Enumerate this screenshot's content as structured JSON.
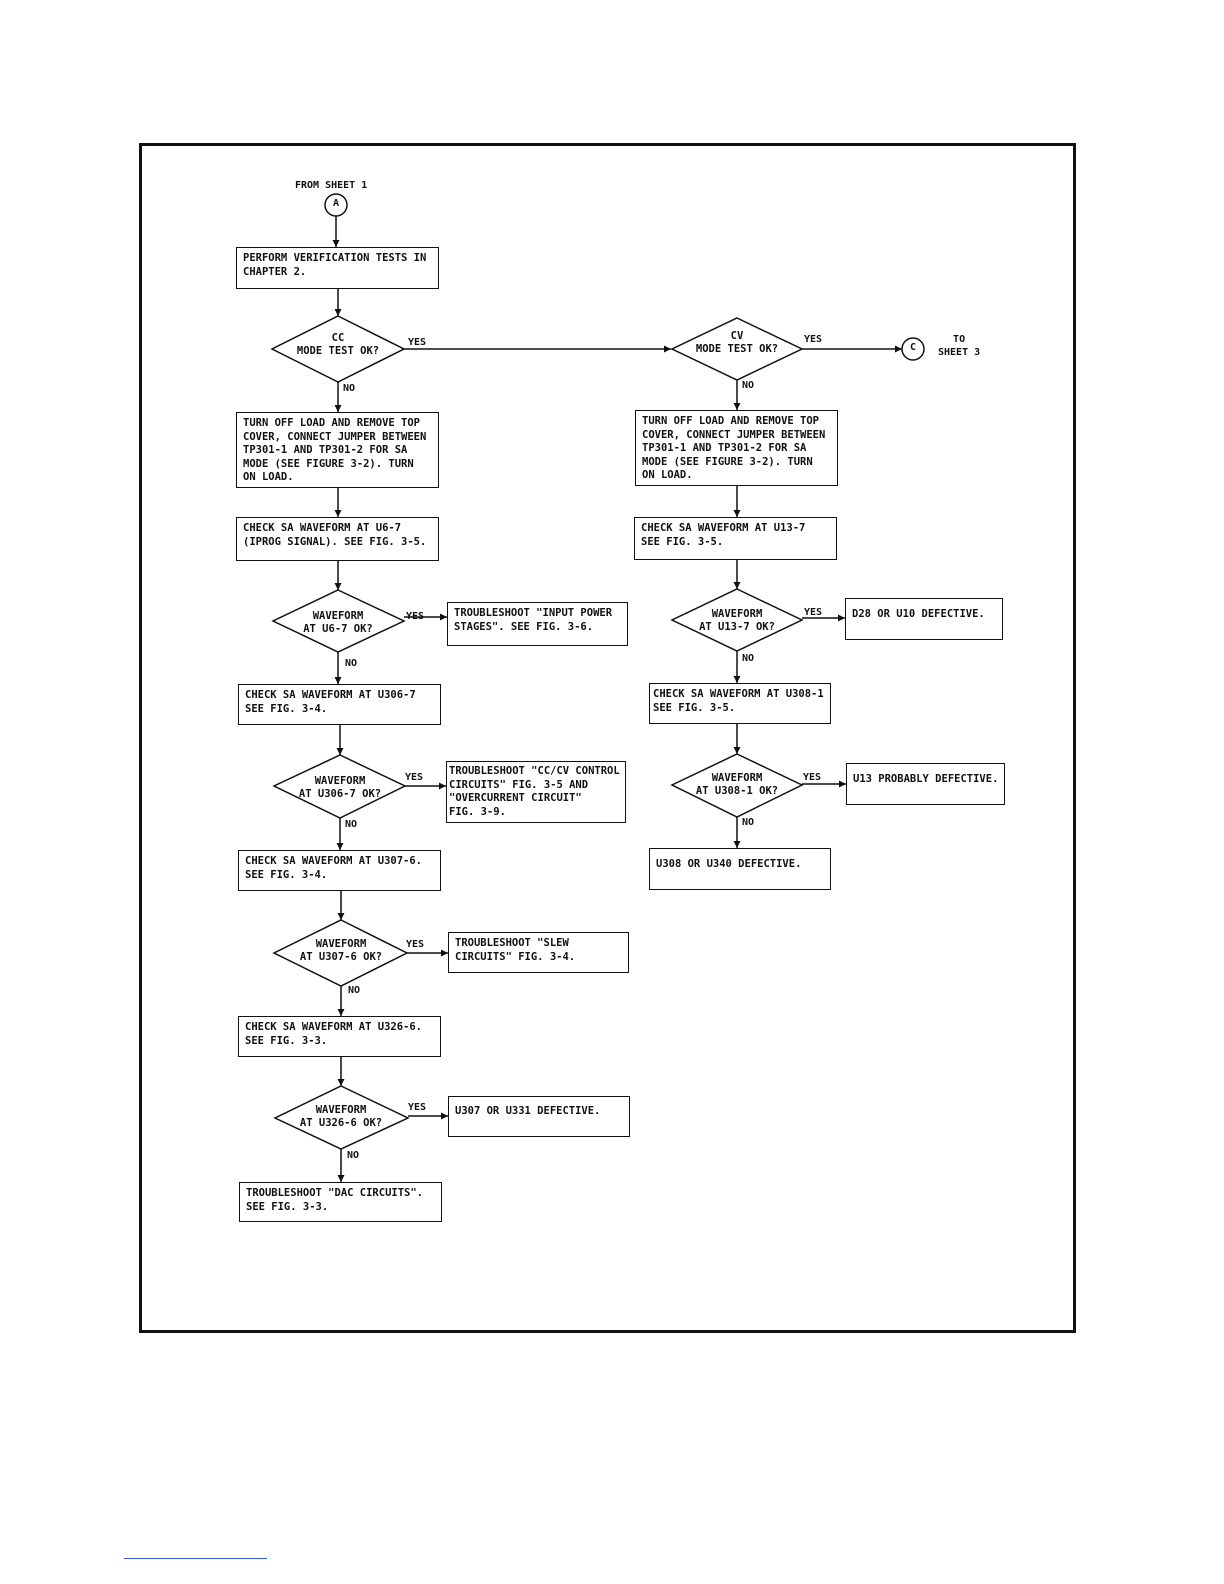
{
  "start": {
    "label": "FROM SHEET 1",
    "connector": "A"
  },
  "end": {
    "label": "TO\nSHEET 3",
    "connector": "C"
  },
  "branch": {
    "yes": "YES",
    "no": "NO"
  },
  "boxes": {
    "verify": "PERFORM VERIFICATION TESTS IN\nCHAPTER 2.",
    "jumper_cc": "TURN OFF LOAD AND REMOVE TOP\nCOVER, CONNECT JUMPER BETWEEN\nTP301-1 AND TP301-2 FOR SA\nMODE (SEE FIGURE 3-2). TURN\nON LOAD.",
    "check_u6": "CHECK SA WAVEFORM AT U6-7\n(IPROG SIGNAL). SEE FIG. 3-5.",
    "ts_input_power": "TROUBLESHOOT \"INPUT POWER\nSTAGES\". SEE FIG. 3-6.",
    "check_u306": "CHECK SA WAVEFORM AT U306-7\nSEE FIG. 3-4.",
    "ts_cccv": "TROUBLESHOOT \"CC/CV CONTROL\nCIRCUITS\" FIG. 3-5 AND\n\"OVERCURRENT CIRCUIT\"\nFIG. 3-9.",
    "check_u307": "CHECK SA WAVEFORM AT U307-6.\nSEE FIG. 3-4.",
    "ts_slew": "TROUBLESHOOT \"SLEW\nCIRCUITS\" FIG. 3-4.",
    "check_u326": "CHECK SA WAVEFORM AT U326-6.\nSEE FIG. 3-3.",
    "u307_u331": "U307 OR U331 DEFECTIVE.",
    "ts_dac": "TROUBLESHOOT \"DAC CIRCUITS\".\nSEE FIG. 3-3.",
    "jumper_cv": "TURN OFF LOAD AND REMOVE TOP\nCOVER, CONNECT JUMPER BETWEEN\nTP301-1 AND TP301-2 FOR SA\nMODE (SEE FIGURE 3-2). TURN\nON LOAD.",
    "check_u13": "CHECK SA WAVEFORM AT U13-7\nSEE FIG. 3-5.",
    "d28_u10": "D28 OR U10 DEFECTIVE.",
    "check_u308": "CHECK SA WAVEFORM AT U308-1\nSEE FIG. 3-5.",
    "u13_prob": "U13 PROBABLY DEFECTIVE.",
    "u308_u340": "U308 OR U340 DEFECTIVE."
  },
  "decisions": {
    "cc_mode": "CC\nMODE TEST OK?",
    "cv_mode": "CV\nMODE TEST OK?",
    "wf_u6": "WAVEFORM\nAT U6-7 OK?",
    "wf_u306": "WAVEFORM\nAT U306-7 OK?",
    "wf_u307": "WAVEFORM\nAT U307-6 OK?",
    "wf_u326": "WAVEFORM\nAT U326-6 OK?",
    "wf_u13": "WAVEFORM\nAT U13-7 OK?",
    "wf_u308": "WAVEFORM\nAT U308-1 OK?"
  }
}
